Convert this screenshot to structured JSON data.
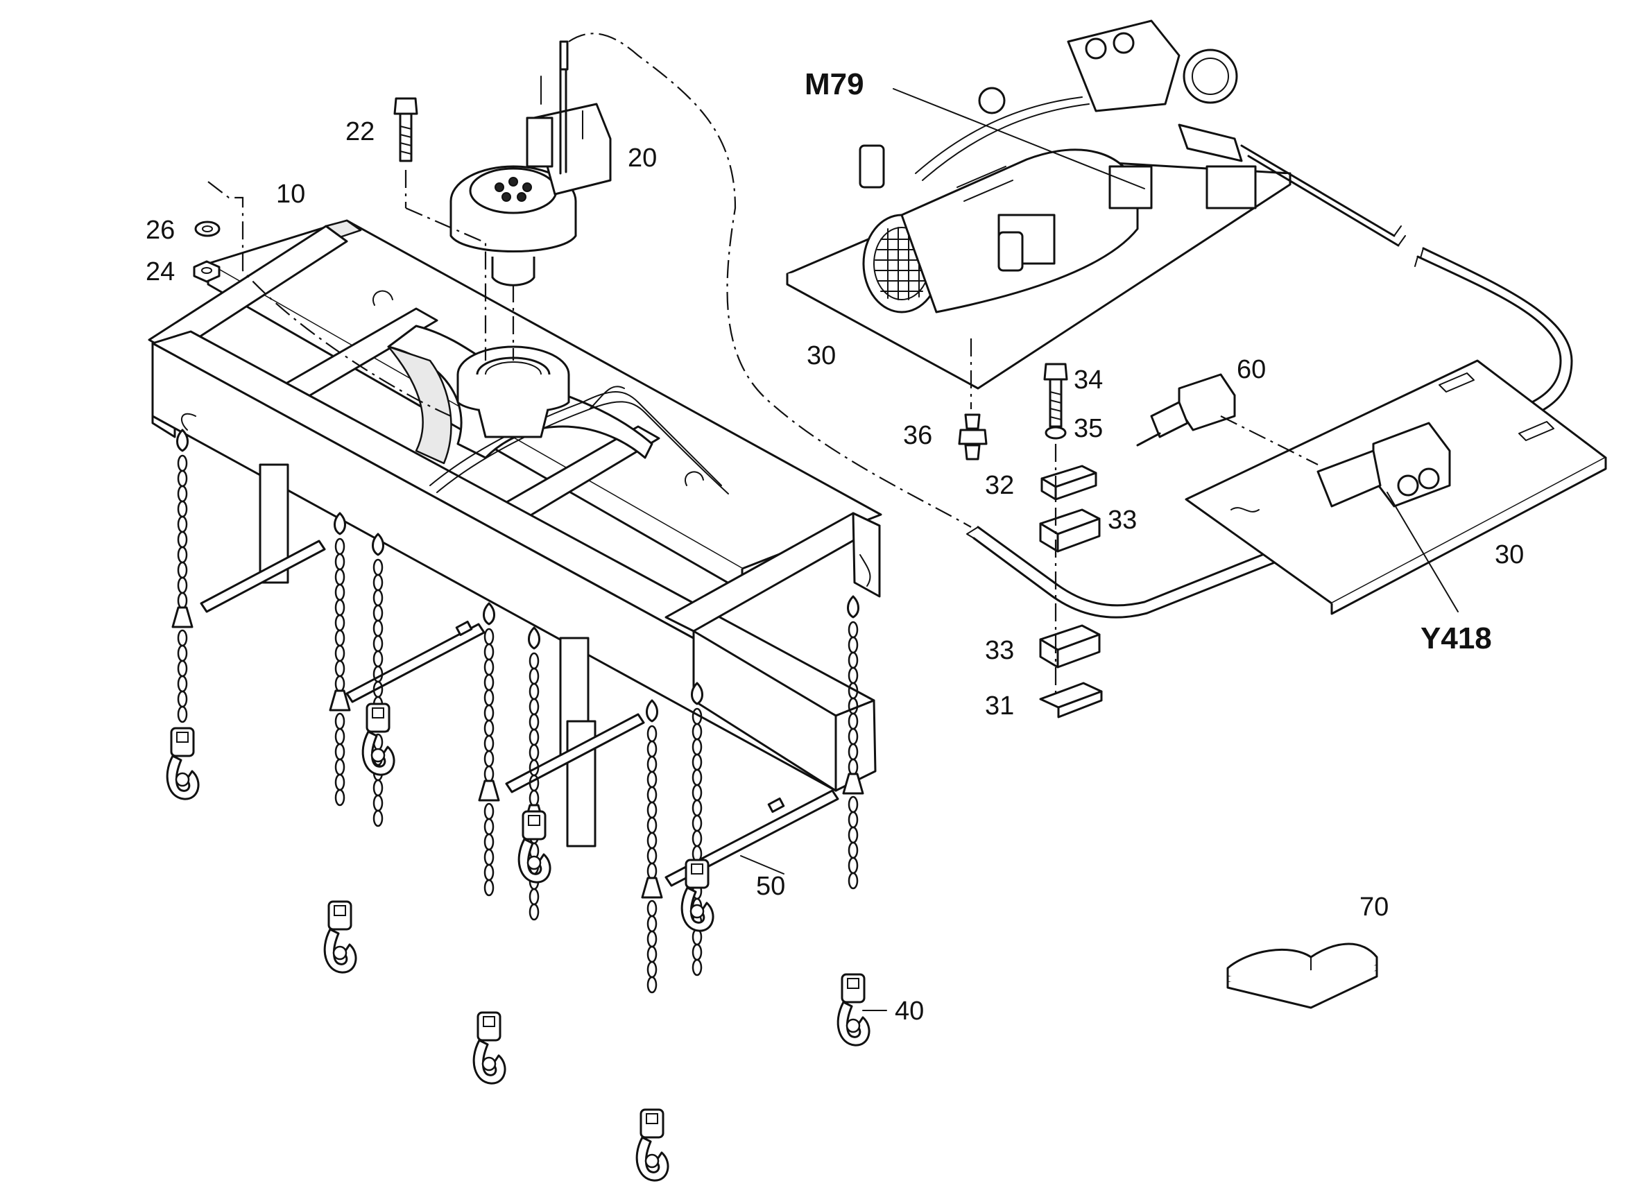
{
  "callouts": {
    "c10": "10",
    "c20": "20",
    "c22": "22",
    "c24": "24",
    "c26": "26",
    "c30a": "30",
    "c30b": "30",
    "c31": "31",
    "c32": "32",
    "c33a": "33",
    "c33b": "33",
    "c34": "34",
    "c35": "35",
    "c36": "36",
    "c40": "40",
    "c50": "50",
    "c60": "60",
    "c70": "70",
    "m79": "M79",
    "y418": "Y418"
  }
}
